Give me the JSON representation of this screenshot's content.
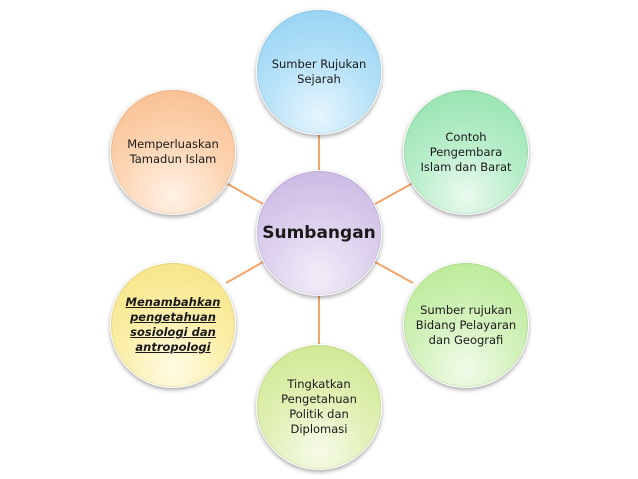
{
  "diagram": {
    "center": {
      "label": "Sumbangan"
    },
    "nodes": [
      {
        "id": "top",
        "label": "Sumber Rujukan\nSejarah"
      },
      {
        "id": "topright",
        "label": "Contoh\nPengembara\nIslam dan Barat"
      },
      {
        "id": "botright",
        "label": "Sumber rujukan\nBidang Pelayaran\ndan Geografi"
      },
      {
        "id": "bottom",
        "label": "Tingkatkan\nPengetahuan\nPolitik dan\nDiplomasi"
      },
      {
        "id": "botleft",
        "label": "Menambahkan\npengetahuan\nsosiologi dan\nantropologi"
      },
      {
        "id": "topleft",
        "label": "Memperluaskan\nTamadun Islam"
      }
    ]
  },
  "colors": {
    "connector": "#f4a56a",
    "center": "#c6b3e0",
    "top": "#8ed0f2",
    "topright": "#8fe2ab",
    "botright": "#b5e98f",
    "bottom": "#cbe68a",
    "botleft": "#f6e27d",
    "topleft": "#f9ba88"
  }
}
